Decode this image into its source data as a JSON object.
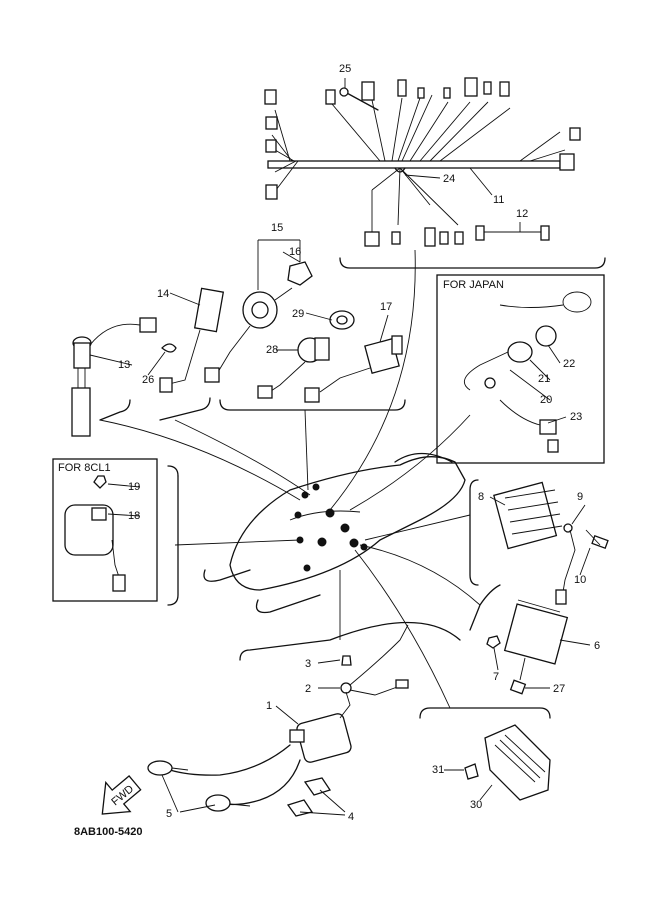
{
  "diagram_code": "8AB100-5420",
  "inset_labels": {
    "japan": "FOR JAPAN",
    "model": "FOR 8CL1"
  },
  "arrow_label": "FWD",
  "callouts": [
    "1",
    "2",
    "3",
    "4",
    "5",
    "6",
    "7",
    "8",
    "9",
    "10",
    "11",
    "12",
    "13",
    "14",
    "15",
    "16",
    "17",
    "18",
    "19",
    "20",
    "21",
    "22",
    "23",
    "24",
    "25",
    "26",
    "27",
    "28",
    "29",
    "30",
    "31"
  ]
}
